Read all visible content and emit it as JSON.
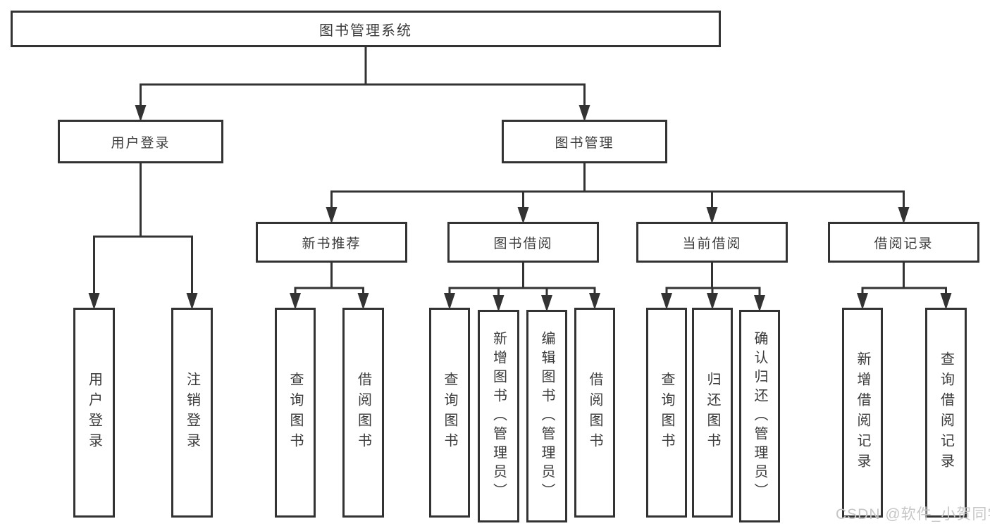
{
  "diagram": {
    "title": "图书管理系统",
    "watermark": "CSDN @软件_小贺同学",
    "colors": {
      "line": "#333333",
      "text": "#3b3b3b",
      "box_background": "#ffffff",
      "watermark": "#c6c6c6"
    },
    "nodes": [
      {
        "id": "root",
        "label": "图书管理系统",
        "parent": null
      },
      {
        "id": "user-login",
        "label": "用户登录",
        "parent": "root"
      },
      {
        "id": "book-mgmt",
        "label": "图书管理",
        "parent": "root"
      },
      {
        "id": "ul-login",
        "label": "用户登录",
        "parent": "user-login"
      },
      {
        "id": "ul-logout",
        "label": "注销登录",
        "parent": "user-login"
      },
      {
        "id": "new-book-rec",
        "label": "新书推荐",
        "parent": "book-mgmt"
      },
      {
        "id": "book-borrow",
        "label": "图书借阅",
        "parent": "book-mgmt"
      },
      {
        "id": "current-borrow",
        "label": "当前借阅",
        "parent": "book-mgmt"
      },
      {
        "id": "borrow-records",
        "label": "借阅记录",
        "parent": "book-mgmt"
      },
      {
        "id": "nb-query",
        "label": "查询图书",
        "parent": "new-book-rec"
      },
      {
        "id": "nb-borrow",
        "label": "借阅图书",
        "parent": "new-book-rec"
      },
      {
        "id": "bb-query",
        "label": "查询图书",
        "parent": "book-borrow"
      },
      {
        "id": "bb-add",
        "label": "新增图书（管理员）",
        "parent": "book-borrow"
      },
      {
        "id": "bb-edit",
        "label": "编辑图书（管理员）",
        "parent": "book-borrow"
      },
      {
        "id": "bb-borrow",
        "label": "借阅图书",
        "parent": "book-borrow"
      },
      {
        "id": "cb-query",
        "label": "查询图书",
        "parent": "current-borrow"
      },
      {
        "id": "cb-return",
        "label": "归还图书",
        "parent": "current-borrow"
      },
      {
        "id": "cb-confirm",
        "label": "确认归还（管理员）",
        "parent": "current-borrow"
      },
      {
        "id": "br-add",
        "label": "新增借阅记录",
        "parent": "borrow-records"
      },
      {
        "id": "br-query",
        "label": "查询借阅记录",
        "parent": "borrow-records"
      }
    ]
  }
}
